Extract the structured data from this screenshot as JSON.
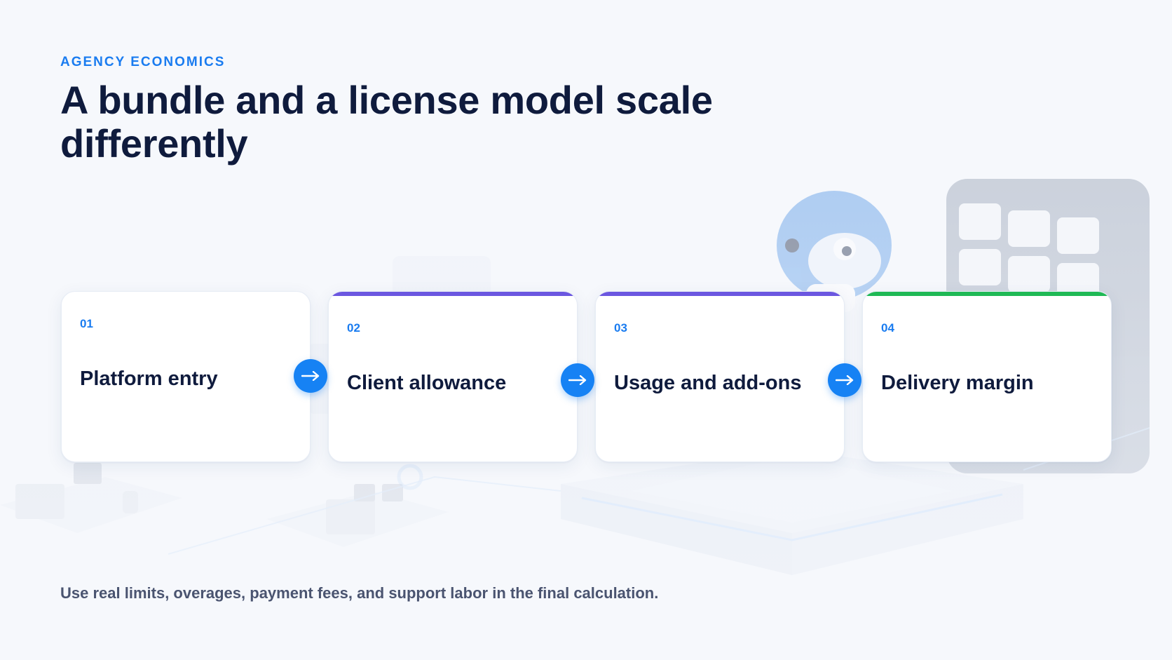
{
  "header": {
    "eyebrow": "AGENCY ECONOMICS",
    "title": "A bundle and a license model scale differently"
  },
  "steps": [
    {
      "number": "01",
      "label": "Platform entry",
      "accent": ""
    },
    {
      "number": "02",
      "label": "Client allowance",
      "accent": "#6b57e0"
    },
    {
      "number": "03",
      "label": "Usage and add-ons",
      "accent": "#6b57e0"
    },
    {
      "number": "04",
      "label": "Delivery margin",
      "accent": "#1fb955"
    }
  ],
  "connector_icon": "arrow-right-icon",
  "footnote": "Use real limits, overages, payment fees, and support labor in the final calculation.",
  "colors": {
    "brand_blue": "#1a7cf0",
    "heading": "#0f1b3d",
    "purple_accent": "#6b57e0",
    "green_accent": "#1fb955"
  }
}
